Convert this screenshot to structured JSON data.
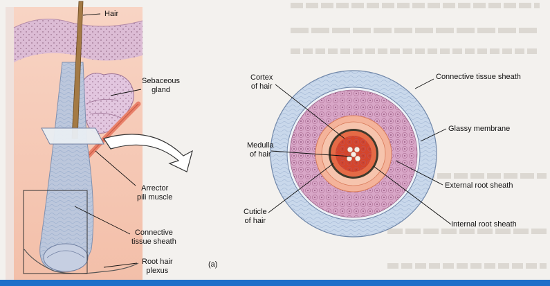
{
  "figure": {
    "panel_letter": "(a)"
  },
  "labels": {
    "hair": "Hair",
    "sebaceous_gland": "Sebaceous\ngland",
    "arrector_pili": "Arrector\npili muscle",
    "connective_tissue_sheath_left": "Connective\ntissue sheath",
    "root_hair_plexus": "Root hair\nplexus",
    "cortex": "Cortex\nof hair",
    "medulla": "Medulla\nof hair",
    "cuticle": "Cuticle\nof hair",
    "connective_tissue_sheath_right": "Connective tissue sheath",
    "glassy_membrane": "Glassy membrane",
    "external_root_sheath": "External root sheath",
    "internal_root_sheath": "Internal root sheath"
  },
  "colors": {
    "skin": "#f6c9b8",
    "epidermis": "#d9b9d3",
    "follicle": "#b9c5da",
    "outer_sheath": "#c7d6ea",
    "external_root": "#d9a9c9",
    "internal_root": "#f1a78a",
    "medulla_core": "#d9553a",
    "accent_bar": "#1f6fc9"
  }
}
